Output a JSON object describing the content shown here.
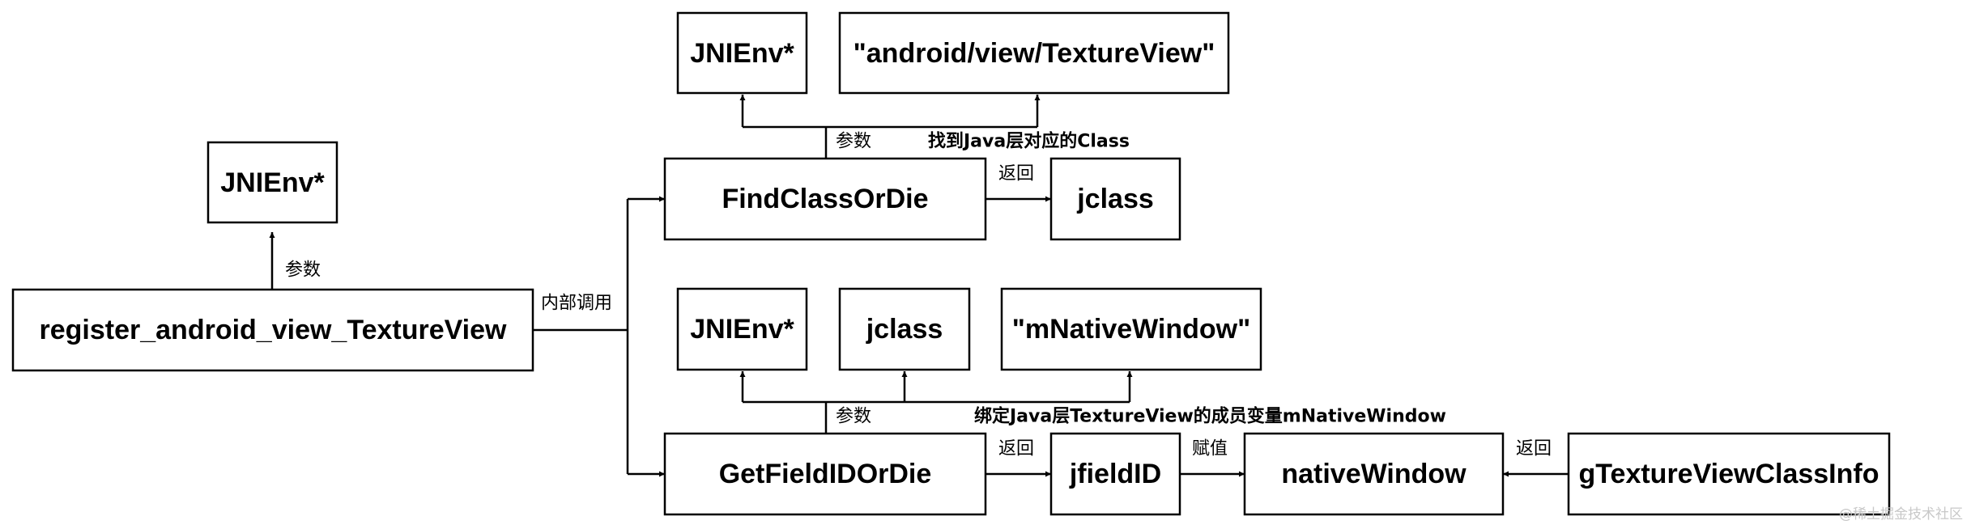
{
  "nodes": {
    "jnienv_left": "JNIEnv*",
    "register": "register_android_view_TextureView",
    "jnienv_top": "JNIEnv*",
    "class_path": "\"android/view/TextureView\"",
    "find_class": "FindClassOrDie",
    "jclass_result": "jclass",
    "jnienv_mid": "JNIEnv*",
    "jclass_param": "jclass",
    "native_window_str": "\"mNativeWindow\"",
    "get_field": "GetFieldIDOrDie",
    "jfieldid": "jfieldID",
    "native_window": "nativeWindow",
    "gtexture_info": "gTextureViewClassInfo"
  },
  "edge_labels": {
    "register_param": "参数",
    "internal_call": "内部调用",
    "find_param": "参数",
    "find_desc": "找到Java层对应的Class",
    "find_return": "返回",
    "get_param": "参数",
    "get_desc": "绑定Java层TextureView的成员变量mNativeWindow",
    "get_return": "返回",
    "assign": "赋值",
    "info_return": "返回"
  },
  "watermark": "@稀土掘金技术社区",
  "colors": {
    "stroke": "#000000",
    "background": "#ffffff",
    "watermark": "#c8c8c8"
  }
}
